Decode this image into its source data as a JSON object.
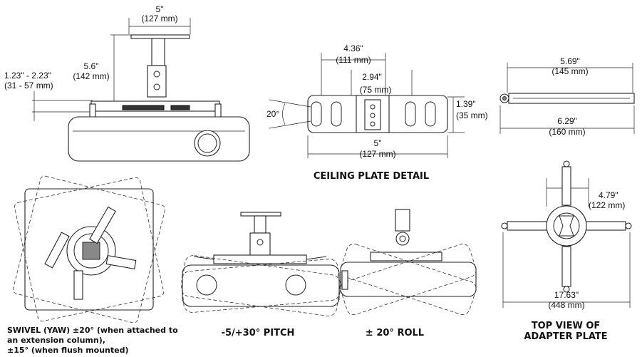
{
  "dimensions": {
    "top_width_in": "5\"",
    "top_width_mm": "(127 mm)",
    "height_in": "5.6\"",
    "height_mm": "(142 mm)",
    "drop_in": "1.23\" - 2.23\"",
    "drop_mm": "(31 - 57 mm)",
    "plate_outer_in": "4.36\"",
    "plate_outer_mm": "(111 mm)",
    "plate_inner_in": "2.94\"",
    "plate_inner_mm": "(75 mm)",
    "plate_height_in": "1.39\"",
    "plate_height_mm": "(35 mm)",
    "plate_angle": "20°",
    "plate_length_in": "5\"",
    "plate_length_mm": "(127 mm)",
    "arm_inner_in": "5.69\"",
    "arm_inner_mm": "(145 mm)",
    "arm_outer_in": "6.29\"",
    "arm_outer_mm": "(160 mm)",
    "adapter_inner_in": "4.79\"",
    "adapter_inner_mm": "(122 mm)",
    "adapter_outer_in": "17.63\"",
    "adapter_outer_mm": "(448 mm)"
  },
  "captions": {
    "ceiling_plate": "CEILING PLATE DETAIL",
    "swivel_line1": "SWIVEL (YAW) ±20° (when attached to",
    "swivel_line2": "an extension column),",
    "swivel_line3": "±15° (when flush mounted)",
    "pitch": "-5/+30° PITCH",
    "roll": "± 20° ROLL",
    "adapter_line1": "TOP VIEW OF",
    "adapter_line2": "ADAPTER PLATE"
  }
}
